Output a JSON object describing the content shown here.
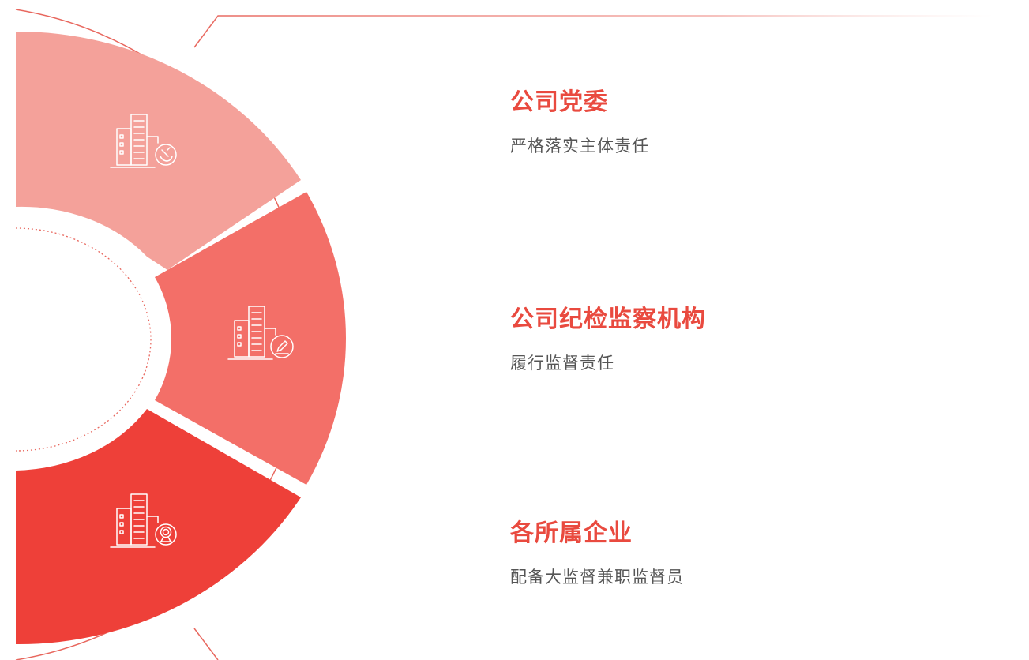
{
  "colors": {
    "accent": "#e94a3f",
    "segment_top": "#f4a19a",
    "segment_middle": "#f36f68",
    "segment_bottom": "#ee4039",
    "line": "#e8675e",
    "description_text": "#555555"
  },
  "items": [
    {
      "title": "公司党委",
      "description": "严格落实主体责任",
      "icon": "building-with-party-emblem-icon"
    },
    {
      "title": "公司纪检监察机构",
      "description": "履行监督责任",
      "icon": "building-with-pen-icon"
    },
    {
      "title": "各所属企业",
      "description": "配备大监督兼职监督员",
      "icon": "building-with-person-icon"
    }
  ]
}
